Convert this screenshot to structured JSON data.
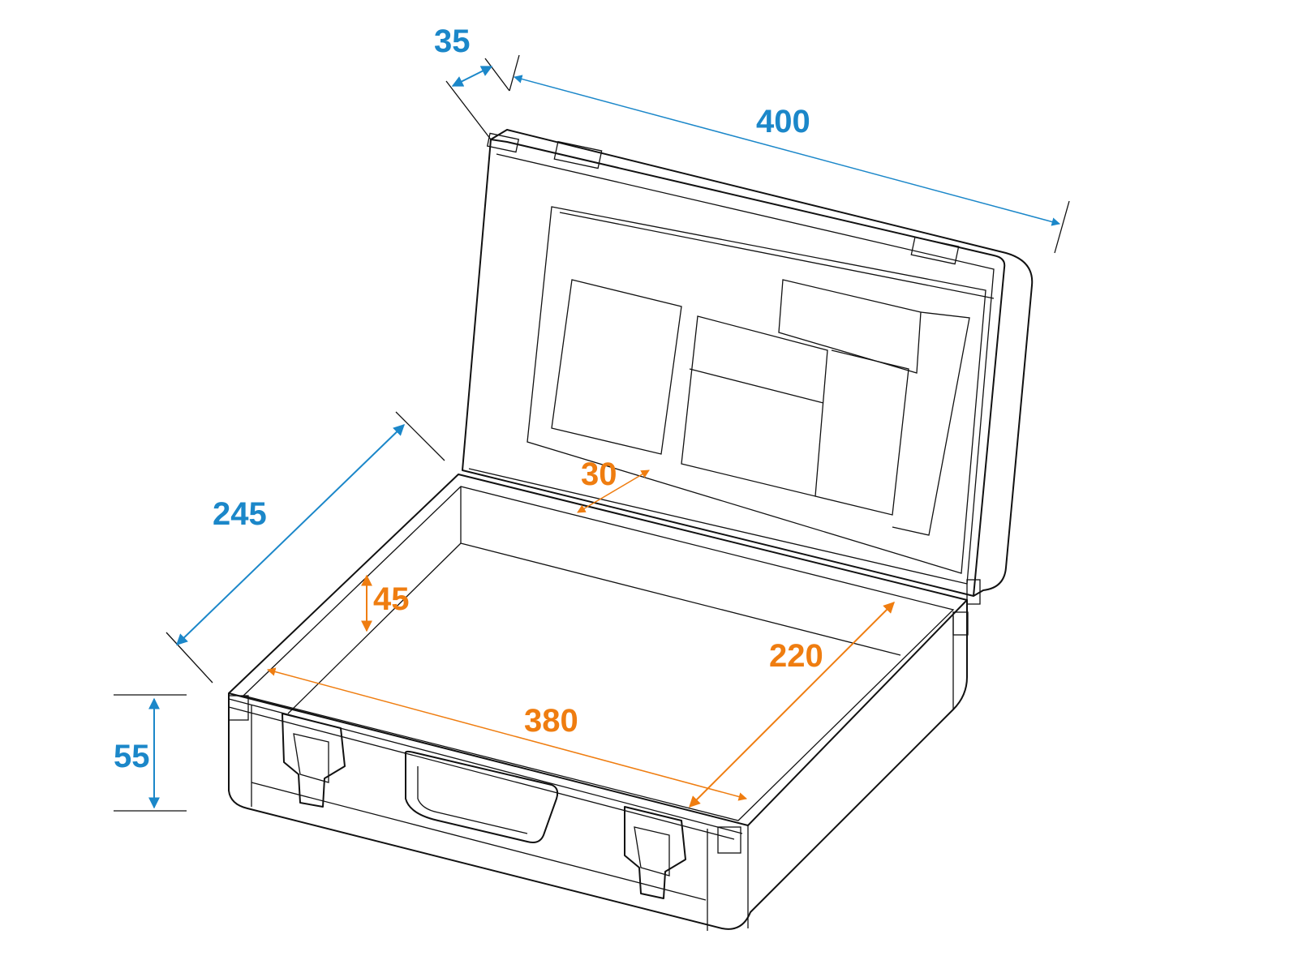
{
  "colors": {
    "outer_dimension": "#1b87c9",
    "inner_dimension": "#ef7d10",
    "outline": "#111111"
  },
  "outer_dimensions": {
    "lid_depth": "35",
    "length": "400",
    "width": "245",
    "base_height": "55"
  },
  "inner_dimensions": {
    "lid_foam_depth": "30",
    "base_depth": "45",
    "width": "220",
    "length": "380"
  }
}
